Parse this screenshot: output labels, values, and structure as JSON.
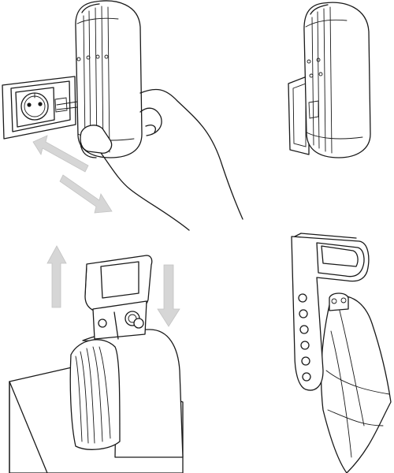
{
  "figure": {
    "background": "#ffffff",
    "line_color": "#1a1a1a",
    "arrow_color": "#d6d6d6",
    "panels": [
      {
        "name": "plug-into-outlet",
        "icons": [
          "wall-socket-icon",
          "hand-icon",
          "device-icon",
          "move-away-arrow-icon",
          "move-toward-arrow-icon"
        ]
      },
      {
        "name": "device-plugged-in",
        "icons": [
          "device-icon",
          "wall-plate-icon"
        ]
      },
      {
        "name": "refill-insertion",
        "icons": [
          "refill-holder-icon",
          "refill-pad-icon",
          "table-icon",
          "arrow-up-icon",
          "arrow-down-icon"
        ]
      },
      {
        "name": "refill-removal",
        "icons": [
          "refill-holder-icon",
          "cloth-sheet-icon"
        ]
      }
    ]
  }
}
